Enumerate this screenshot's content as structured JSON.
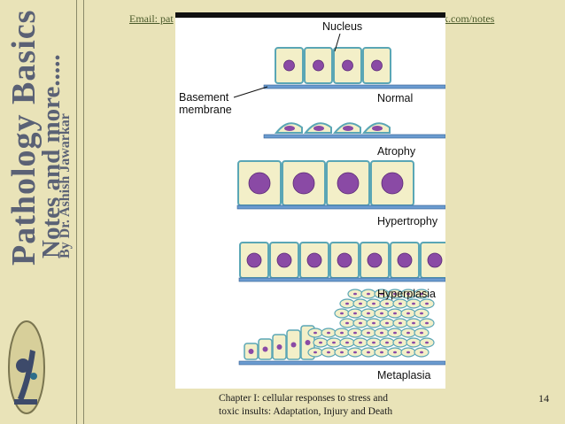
{
  "sidebar": {
    "title": "Pathology Basics",
    "subtitle": "Notes and more.....",
    "author": "By Dr. Ashish Jawarkar"
  },
  "header": {
    "email_text": "Email: pat",
    "link_text": "k.com/notes"
  },
  "figure": {
    "labels": {
      "nucleus": "Nucleus",
      "basement": "Basement",
      "membrane": "membrane",
      "normal": "Normal",
      "atrophy": "Atrophy",
      "hypertrophy": "Hypertrophy",
      "hyperplasia": "Hyperplasia",
      "metaplasia": "Metaplasia"
    },
    "colors": {
      "cell_fill": "#f3efc8",
      "cell_border": "#5aa6b5",
      "nucleus": "#8a4aa5",
      "membrane": "#6b9bd0"
    }
  },
  "footer": {
    "caption_line1": "Chapter I: cellular responses to stress and",
    "caption_line2": "toxic insults: Adaptation, Injury and Death",
    "page_number": "14"
  }
}
